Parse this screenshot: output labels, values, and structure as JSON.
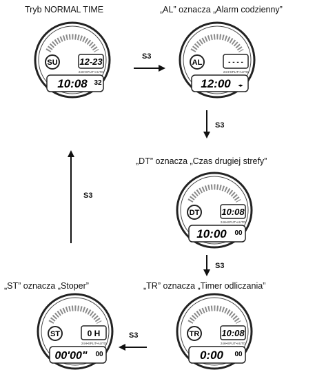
{
  "captions": {
    "normal": "Tryb NORMAL TIME",
    "al": "„AL” oznacza „Alarm codzienny”",
    "dt": "„DT” oznacza „Czas drugiej strefy”",
    "st": "„ST” oznacza „Stoper”",
    "tr": "„TR” oznacza „Timer odliczania”"
  },
  "arrow_label": "S3",
  "mode_strip": "24H•SPLIT•AUTO",
  "watches": {
    "normal": {
      "mode": "SU",
      "top": "12-23",
      "main": "10:08",
      "small": "32"
    },
    "al": {
      "mode": "AL",
      "top": "- - - -",
      "main": "12:00",
      "small": ""
    },
    "dt": {
      "mode": "DT",
      "top": "10:08",
      "main": "10:00",
      "small": "00"
    },
    "tr": {
      "mode": "TR",
      "top": "10:08",
      "main": "0:00",
      "small": "00"
    },
    "st": {
      "mode": "ST",
      "top": "0 H",
      "main": "00'00\"",
      "small": "00"
    }
  }
}
